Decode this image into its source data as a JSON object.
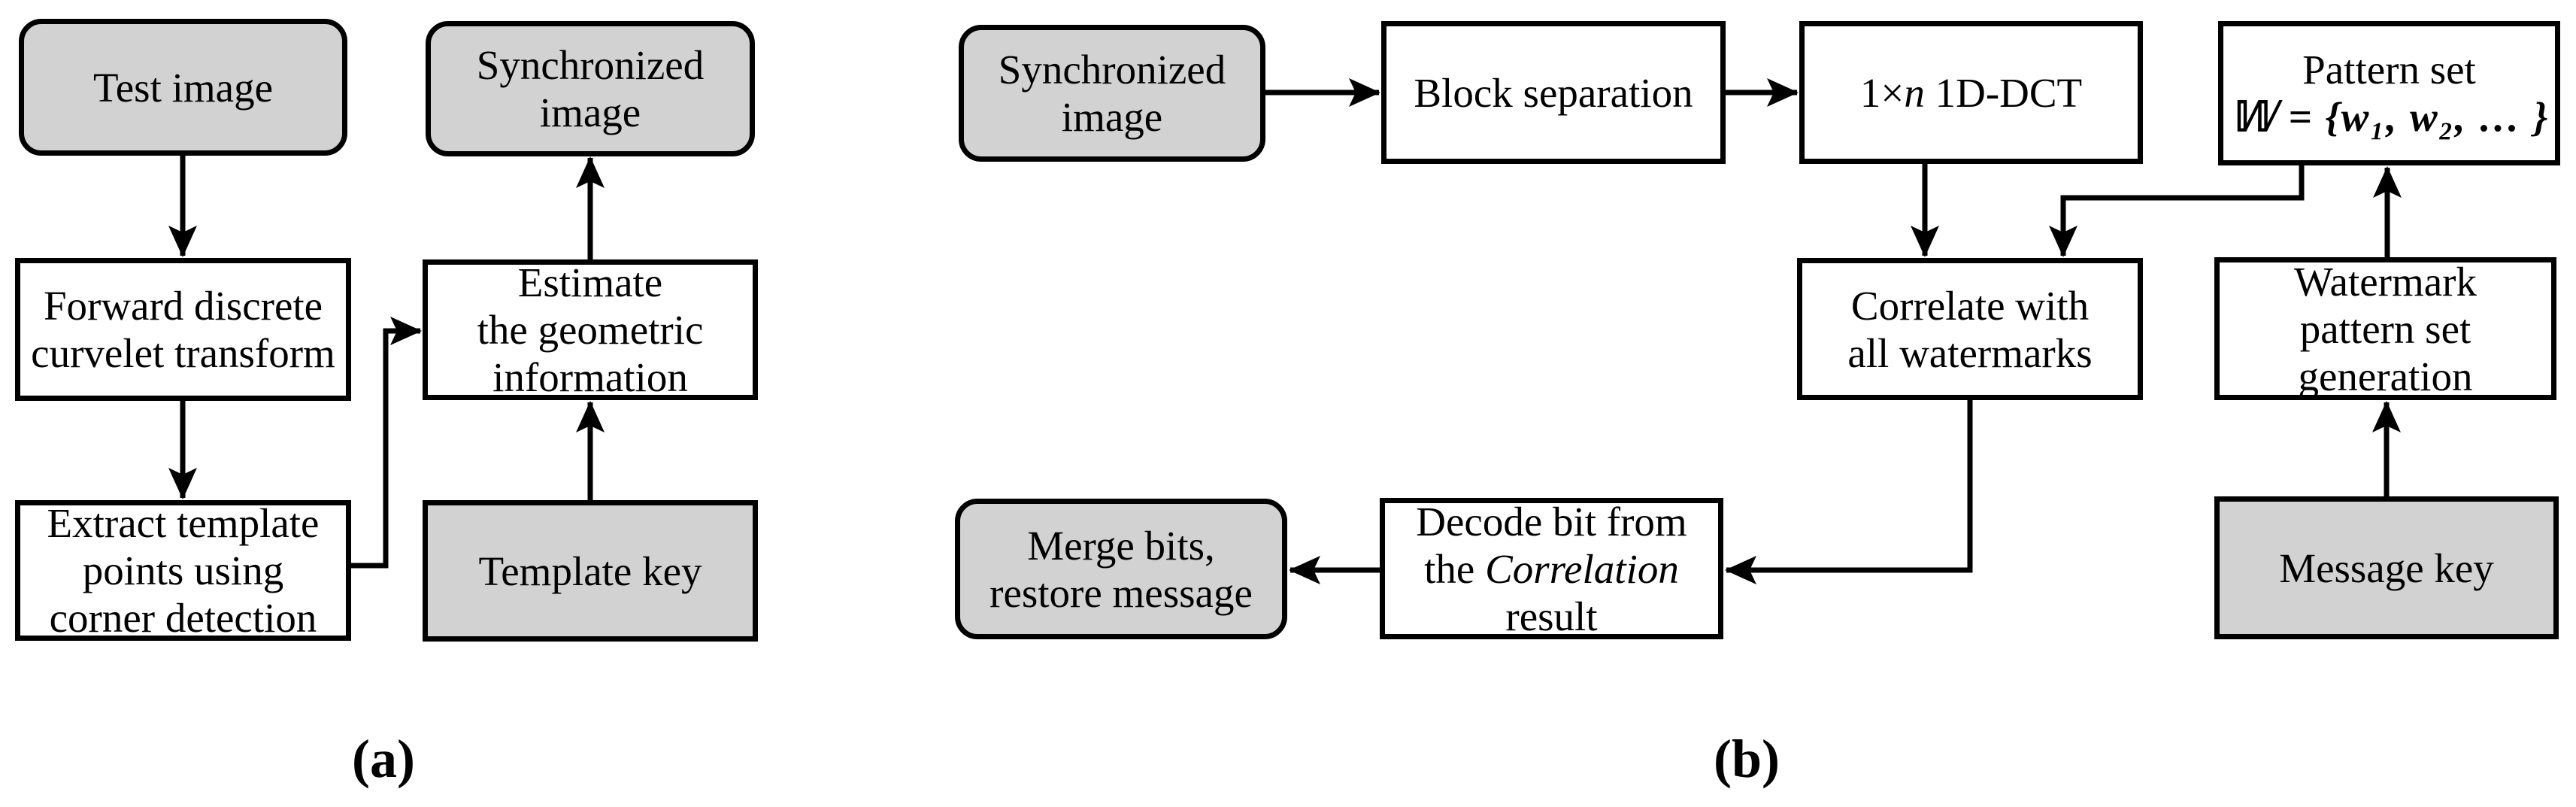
{
  "figure": {
    "caption_a": "(a)",
    "caption_b": "(b)"
  },
  "colors": {
    "terminal_fill": "#d2d2d2",
    "process_fill": "#ffffff",
    "line_stroke": "#000000"
  },
  "diagram_a": {
    "test_image": {
      "line1": "Test image"
    },
    "forward_transform": {
      "line1": "Forward discrete",
      "line2": "curvelet transform"
    },
    "extract_points": {
      "line1": "Extract template",
      "line2": "points using",
      "line3": "corner detection"
    },
    "synchronized_image": {
      "line1": "Synchronized",
      "line2": "image"
    },
    "estimate_geometry": {
      "line1": "Estimate",
      "line2": "the geometric",
      "line3": "information"
    },
    "template_key": {
      "line1": "Template key"
    }
  },
  "diagram_b": {
    "synchronized_image": {
      "line1": "Synchronized",
      "line2": "image"
    },
    "block_separation": {
      "line1": "Block separation"
    },
    "dct": {
      "prefix": "1×",
      "var": "n",
      "suffix": " 1D-DCT"
    },
    "pattern_set": {
      "line1": "Pattern set",
      "formula": "𝕎 = {w₁, w₂, … }"
    },
    "correlate": {
      "line1": "Correlate with",
      "line2": "all watermarks"
    },
    "watermark_generation": {
      "line1": "Watermark",
      "line2": "pattern set",
      "line3": "generation"
    },
    "decode_bit": {
      "line1": "Decode bit from",
      "line2_pre": "the ",
      "line2_italic": "Correlation",
      "line3": "result"
    },
    "merge_bits": {
      "line1": "Merge bits,",
      "line2": "restore message"
    },
    "message_key": {
      "line1": "Message key"
    }
  }
}
